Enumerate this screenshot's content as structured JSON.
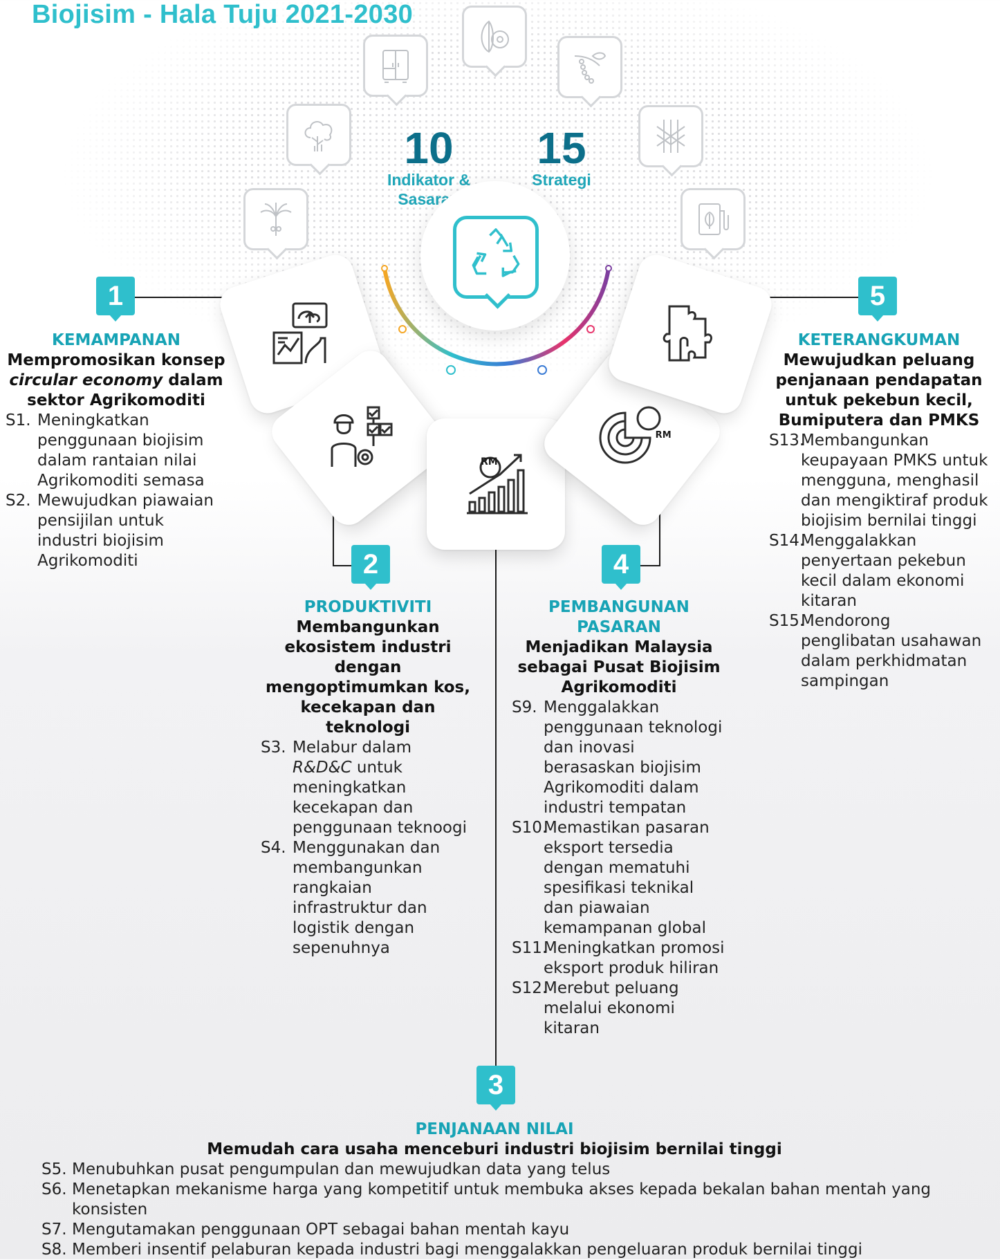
{
  "title": "Biojisim - Hala Tuju 2021-2030",
  "stats": [
    {
      "number": "10",
      "label": "Indikator &\nSasaran"
    },
    {
      "number": "15",
      "label": "Strategi"
    }
  ],
  "icons": [
    "palm-tree-icon",
    "tree-icon",
    "cabinet-icon",
    "cocoa-icon",
    "pepper-icon",
    "kenaf-icon",
    "biofuel-icon",
    "recycle-icon",
    "digital-growth-icon",
    "worker-gears-icon",
    "rm-growth-chart-icon",
    "rm-target-icon",
    "hand-puzzle-icon"
  ],
  "colors": {
    "accent": "#2fbfcc",
    "dark_teal": "#0c6f8a",
    "heading": "#17a3b5",
    "arc_orange": "#f5a623",
    "arc_blue": "#3a7bd5",
    "arc_pink": "#e8326a",
    "arc_purple": "#7b3fa0"
  },
  "sections": [
    {
      "number": "1",
      "head": "KEMAMPANAN",
      "sub_parts": [
        "Mempromosikan konsep ",
        "circular economy",
        " dalam sektor Agrikomoditi"
      ],
      "strategies": [
        {
          "code": "S1.",
          "text": "Meningkatkan penggunaan biojisim dalam rantaian nilai Agrikomoditi semasa"
        },
        {
          "code": "S2.",
          "text": "Mewujudkan piawaian pensijilan untuk industri biojisim Agrikomoditi"
        }
      ]
    },
    {
      "number": "2",
      "head": "PRODUKTIVITI",
      "sub": "Membangunkan ekosistem industri dengan mengoptimumkan kos, kecekapan dan teknologi",
      "strategies": [
        {
          "code": "S3.",
          "text_em": "R&D&C",
          "text_pre": "Melabur dalam ",
          "text_post": " untuk meningkatkan kecekapan dan penggunaan teknoogi"
        },
        {
          "code": "S4.",
          "text": "Menggunakan dan membangunkan rangkaian infrastruktur dan logistik dengan sepenuhnya"
        }
      ]
    },
    {
      "number": "3",
      "head": "PENJANAAN NILAI",
      "sub": "Memudah cara usaha menceburi industri biojisim bernilai tinggi",
      "strategies": [
        {
          "code": "S5.",
          "text": "Menubuhkan pusat pengumpulan dan mewujudkan data yang telus"
        },
        {
          "code": "S6.",
          "text": "Menetapkan mekanisme harga yang kompetitif untuk membuka akses kepada bekalan bahan mentah yang konsisten"
        },
        {
          "code": "S7.",
          "text": "Mengutamakan penggunaan OPT sebagai bahan mentah kayu"
        },
        {
          "code": "S8.",
          "text": "Memberi insentif pelaburan kepada industri bagi menggalakkan pengeluaran produk bernilai tinggi"
        }
      ]
    },
    {
      "number": "4",
      "head": "PEMBANGUNAN PASARAN",
      "sub": "Menjadikan Malaysia sebagai Pusat Biojisim Agrikomoditi",
      "strategies": [
        {
          "code": "S9.",
          "text": "Menggalakkan penggunaan teknologi dan inovasi berasaskan biojisim Agrikomoditi dalam industri tempatan"
        },
        {
          "code": "S10.",
          "text": "Memastikan pasaran eksport tersedia dengan mematuhi spesifikasi teknikal dan piawaian kemampanan global"
        },
        {
          "code": "S11.",
          "text": "Meningkatkan promosi eksport produk hiliran"
        },
        {
          "code": "S12.",
          "text": "Merebut peluang melalui ekonomi kitaran"
        }
      ]
    },
    {
      "number": "5",
      "head": "KETERANGKUMAN",
      "sub": "Mewujudkan peluang penjanaan pendapatan untuk pekebun kecil, Bumiputera dan PMKS",
      "strategies": [
        {
          "code": "S13.",
          "text": "Membangunkan keupayaan PMKS untuk mengguna, menghasil dan mengiktiraf produk biojisim bernilai tinggi"
        },
        {
          "code": "S14.",
          "text": "Menggalakkan penyertaan pekebun kecil dalam ekonomi kitaran"
        },
        {
          "code": "S15.",
          "text": "Mendorong penglibatan usahawan dalam perkhidmatan sampingan"
        }
      ]
    }
  ]
}
